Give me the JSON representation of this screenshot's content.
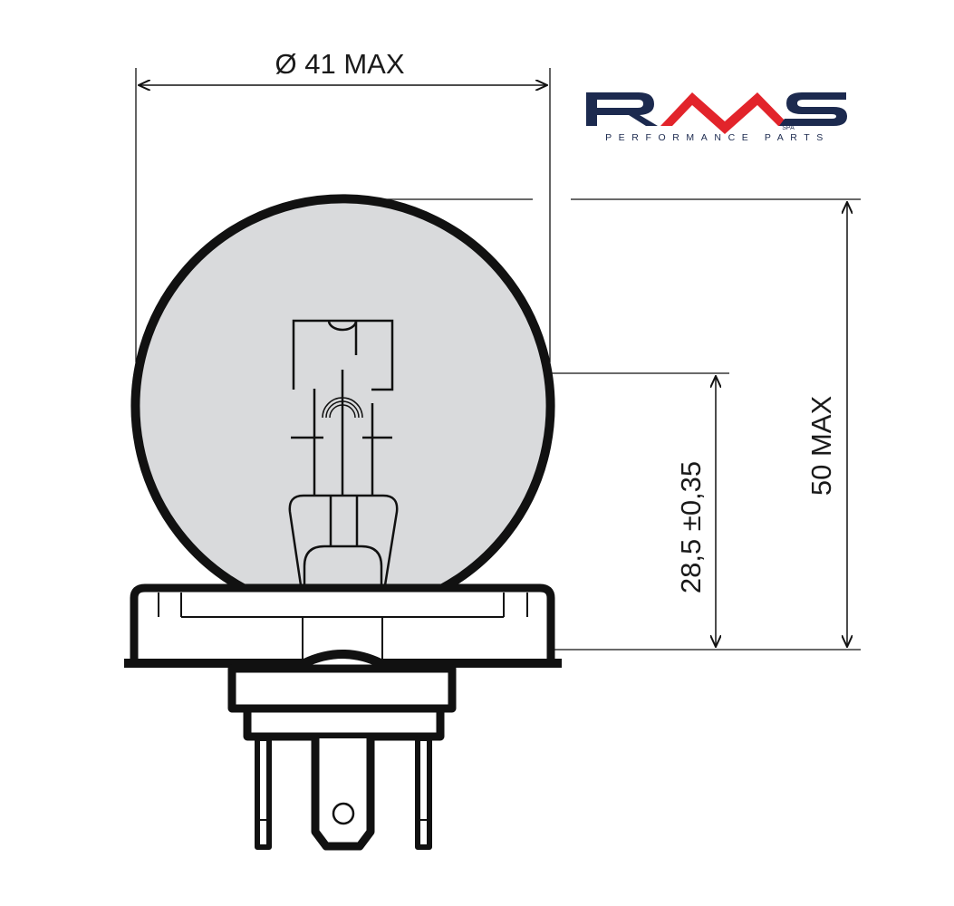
{
  "dimensions": {
    "diameter": "Ø 41 MAX",
    "height": "50 MAX",
    "focal": "28,5 ±0,35"
  },
  "logo": {
    "brand": "RMS",
    "suffix": "SPA",
    "tagline": "PERFORMANCE PARTS",
    "colors": {
      "navy": "#1c2a4f",
      "red": "#e2242b"
    }
  },
  "colors": {
    "glass": "#d9dadc",
    "line": "#111111"
  }
}
